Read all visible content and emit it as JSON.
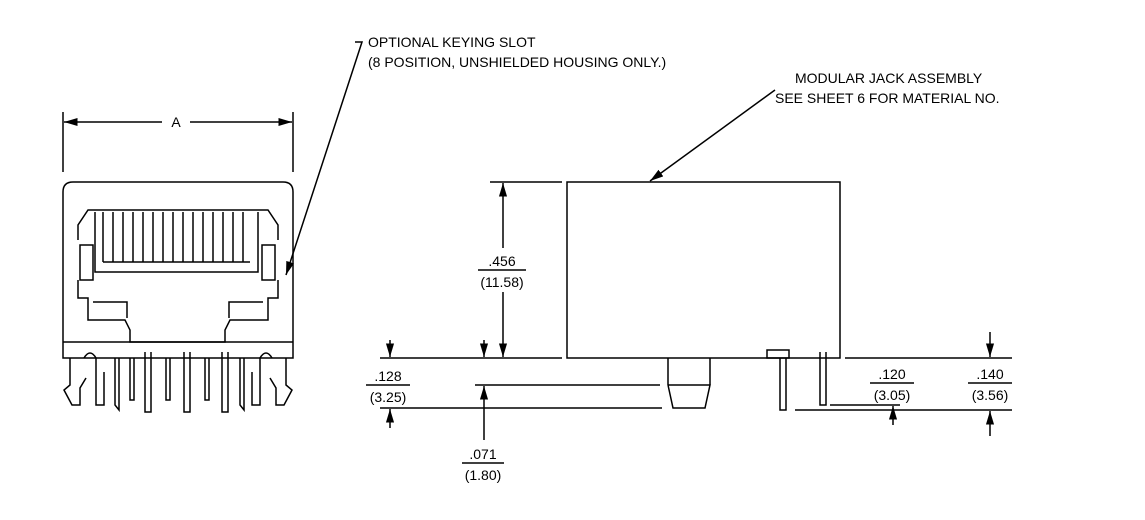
{
  "labels": {
    "dim_a": "A",
    "keying_note_line1": "OPTIONAL KEYING SLOT",
    "keying_note_line2": "(8 POSITION, UNSHIELDED HOUSING ONLY.)",
    "jack_note_line1": "MODULAR JACK ASSEMBLY",
    "jack_note_line2": "SEE SHEET 6 FOR MATERIAL NO."
  },
  "dimensions": {
    "height": {
      "inch": ".456",
      "mm": "(11.58)"
    },
    "standoff": {
      "inch": ".128",
      "mm": "(3.25)"
    },
    "post": {
      "inch": ".071",
      "mm": "(1.80)"
    },
    "lead_a": {
      "inch": ".120",
      "mm": "(3.05)"
    },
    "lead_b": {
      "inch": ".140",
      "mm": "(3.56)"
    }
  },
  "colors": {
    "line": "#000000",
    "background": "#ffffff"
  }
}
